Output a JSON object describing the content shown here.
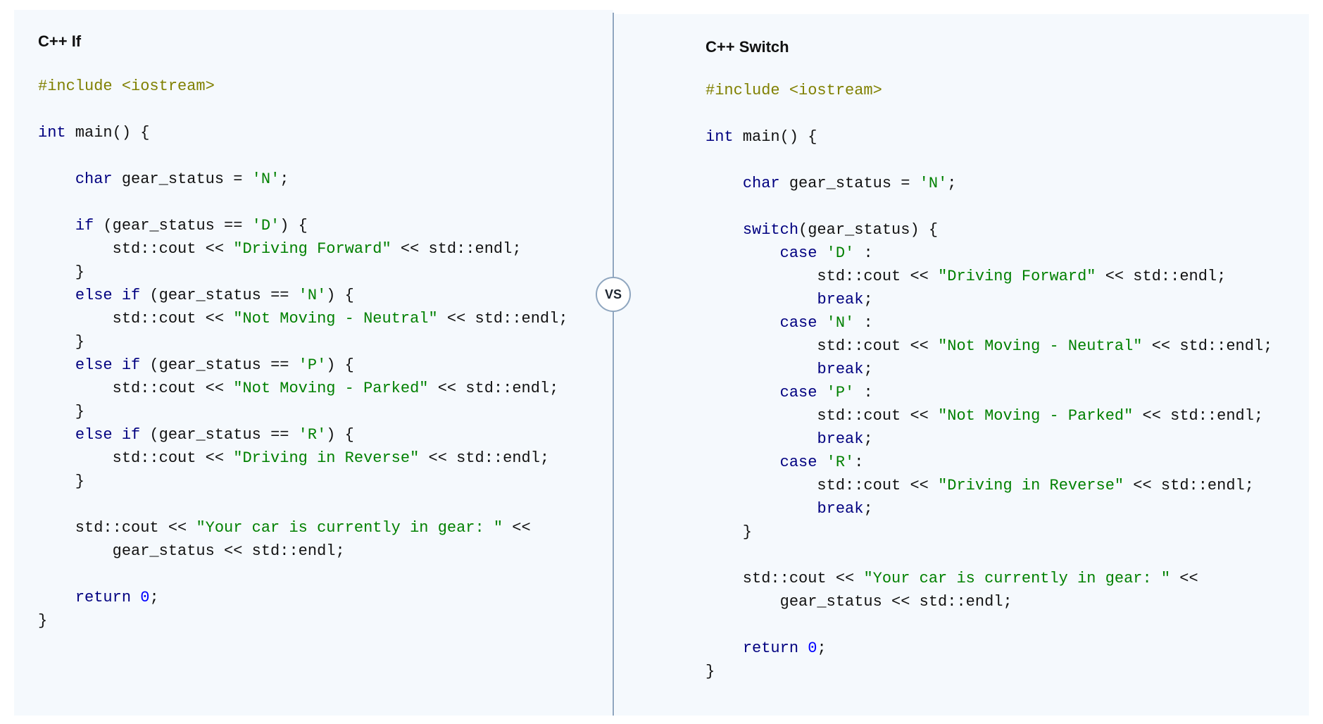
{
  "left": {
    "title": "C++ If",
    "lines": [
      [
        [
          "pp",
          "#include <iostream>"
        ]
      ],
      [],
      [
        [
          "kw",
          "int"
        ],
        [
          "t",
          " main() {"
        ]
      ],
      [],
      [
        [
          "t",
          "    "
        ],
        [
          "kw",
          "char"
        ],
        [
          "t",
          " gear_status = "
        ],
        [
          "str",
          "'N'"
        ],
        [
          "t",
          ";"
        ]
      ],
      [],
      [
        [
          "t",
          "    "
        ],
        [
          "kw",
          "if"
        ],
        [
          "t",
          " (gear_status == "
        ],
        [
          "str",
          "'D'"
        ],
        [
          "t",
          ") {"
        ]
      ],
      [
        [
          "t",
          "        std::cout << "
        ],
        [
          "str",
          "\"Driving Forward\""
        ],
        [
          "t",
          " << std::endl;"
        ]
      ],
      [
        [
          "t",
          "    }"
        ]
      ],
      [
        [
          "t",
          "    "
        ],
        [
          "kw",
          "else if"
        ],
        [
          "t",
          " (gear_status == "
        ],
        [
          "str",
          "'N'"
        ],
        [
          "t",
          ") {"
        ]
      ],
      [
        [
          "t",
          "        std::cout << "
        ],
        [
          "str",
          "\"Not Moving - Neutral\""
        ],
        [
          "t",
          " << std::endl;"
        ]
      ],
      [
        [
          "t",
          "    }"
        ]
      ],
      [
        [
          "t",
          "    "
        ],
        [
          "kw",
          "else if"
        ],
        [
          "t",
          " (gear_status == "
        ],
        [
          "str",
          "'P'"
        ],
        [
          "t",
          ") {"
        ]
      ],
      [
        [
          "t",
          "        std::cout << "
        ],
        [
          "str",
          "\"Not Moving - Parked\""
        ],
        [
          "t",
          " << std::endl;"
        ]
      ],
      [
        [
          "t",
          "    }"
        ]
      ],
      [
        [
          "t",
          "    "
        ],
        [
          "kw",
          "else if"
        ],
        [
          "t",
          " (gear_status == "
        ],
        [
          "str",
          "'R'"
        ],
        [
          "t",
          ") {"
        ]
      ],
      [
        [
          "t",
          "        std::cout << "
        ],
        [
          "str",
          "\"Driving in Reverse\""
        ],
        [
          "t",
          " << std::endl;"
        ]
      ],
      [
        [
          "t",
          "    }"
        ]
      ],
      [],
      [
        [
          "t",
          "    std::cout << "
        ],
        [
          "str",
          "\"Your car is currently in gear: \""
        ],
        [
          "t",
          " <<"
        ]
      ],
      [
        [
          "t",
          "        gear_status << std::endl;"
        ]
      ],
      [],
      [
        [
          "t",
          "    "
        ],
        [
          "kw",
          "return"
        ],
        [
          "t",
          " "
        ],
        [
          "num",
          "0"
        ],
        [
          "t",
          ";"
        ]
      ],
      [
        [
          "t",
          "}"
        ]
      ]
    ]
  },
  "right": {
    "title": "C++ Switch",
    "lines": [
      [
        [
          "pp",
          "#include <iostream>"
        ]
      ],
      [],
      [
        [
          "kw",
          "int"
        ],
        [
          "t",
          " main() {"
        ]
      ],
      [],
      [
        [
          "t",
          "    "
        ],
        [
          "kw",
          "char"
        ],
        [
          "t",
          " gear_status = "
        ],
        [
          "str",
          "'N'"
        ],
        [
          "t",
          ";"
        ]
      ],
      [],
      [
        [
          "t",
          "    "
        ],
        [
          "kw",
          "switch"
        ],
        [
          "t",
          "(gear_status) {"
        ]
      ],
      [
        [
          "t",
          "        "
        ],
        [
          "kw",
          "case"
        ],
        [
          "t",
          " "
        ],
        [
          "str",
          "'D'"
        ],
        [
          "t",
          " :"
        ]
      ],
      [
        [
          "t",
          "            std::cout << "
        ],
        [
          "str",
          "\"Driving Forward\""
        ],
        [
          "t",
          " << std::endl;"
        ]
      ],
      [
        [
          "t",
          "            "
        ],
        [
          "kw",
          "break"
        ],
        [
          "t",
          ";"
        ]
      ],
      [
        [
          "t",
          "        "
        ],
        [
          "kw",
          "case"
        ],
        [
          "t",
          " "
        ],
        [
          "str",
          "'N'"
        ],
        [
          "t",
          " :"
        ]
      ],
      [
        [
          "t",
          "            std::cout << "
        ],
        [
          "str",
          "\"Not Moving - Neutral\""
        ],
        [
          "t",
          " << std::endl;"
        ]
      ],
      [
        [
          "t",
          "            "
        ],
        [
          "kw",
          "break"
        ],
        [
          "t",
          ";"
        ]
      ],
      [
        [
          "t",
          "        "
        ],
        [
          "kw",
          "case"
        ],
        [
          "t",
          " "
        ],
        [
          "str",
          "'P'"
        ],
        [
          "t",
          " :"
        ]
      ],
      [
        [
          "t",
          "            std::cout << "
        ],
        [
          "str",
          "\"Not Moving - Parked\""
        ],
        [
          "t",
          " << std::endl;"
        ]
      ],
      [
        [
          "t",
          "            "
        ],
        [
          "kw",
          "break"
        ],
        [
          "t",
          ";"
        ]
      ],
      [
        [
          "t",
          "        "
        ],
        [
          "kw",
          "case"
        ],
        [
          "t",
          " "
        ],
        [
          "str",
          "'R'"
        ],
        [
          "t",
          ":"
        ]
      ],
      [
        [
          "t",
          "            std::cout << "
        ],
        [
          "str",
          "\"Driving in Reverse\""
        ],
        [
          "t",
          " << std::endl;"
        ]
      ],
      [
        [
          "t",
          "            "
        ],
        [
          "kw",
          "break"
        ],
        [
          "t",
          ";"
        ]
      ],
      [
        [
          "t",
          "    }"
        ]
      ],
      [],
      [
        [
          "t",
          "    std::cout << "
        ],
        [
          "str",
          "\"Your car is currently in gear: \""
        ],
        [
          "t",
          " <<"
        ]
      ],
      [
        [
          "t",
          "        gear_status << std::endl;"
        ]
      ],
      [],
      [
        [
          "t",
          "    "
        ],
        [
          "kw",
          "return"
        ],
        [
          "t",
          " "
        ],
        [
          "num",
          "0"
        ],
        [
          "t",
          ";"
        ]
      ],
      [
        [
          "t",
          "}"
        ]
      ]
    ]
  },
  "vs_label": "VS",
  "colors": {
    "keyword": "#000080",
    "string": "#008000",
    "preprocessor": "#808000",
    "number": "#0000ff",
    "divider": "#8fa6bf"
  }
}
